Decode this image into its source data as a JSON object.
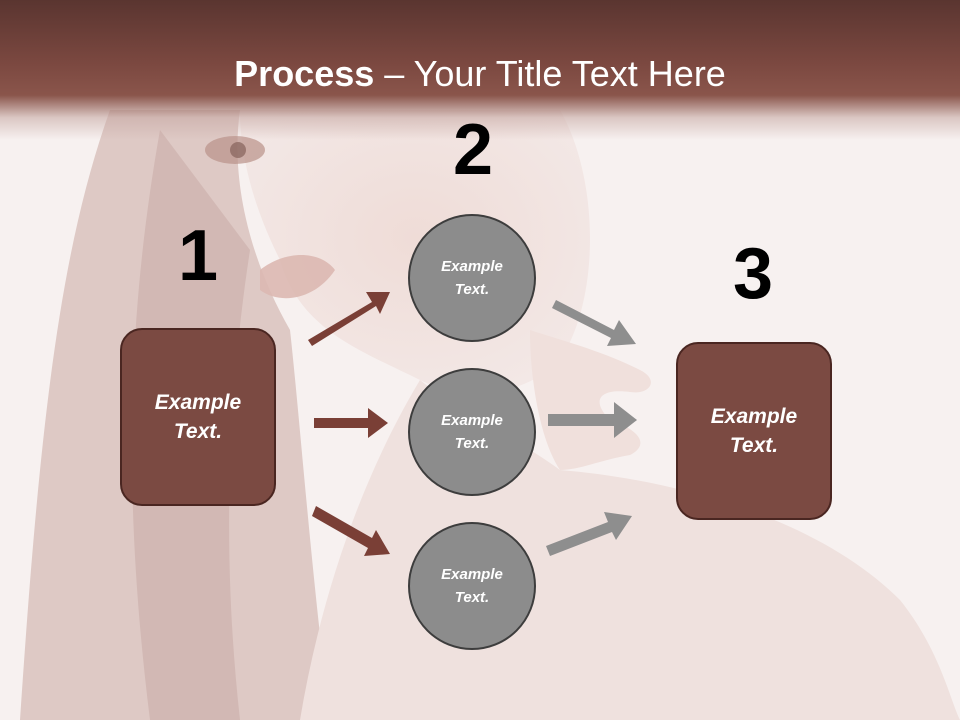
{
  "title": {
    "bold": "Process",
    "rest": " – Your Title Text Here"
  },
  "steps": {
    "one": "1",
    "two": "2",
    "three": "3"
  },
  "left_box": {
    "line1": "Example",
    "line2": "Text."
  },
  "right_box": {
    "line1": "Example",
    "line2": "Text."
  },
  "circles": [
    {
      "line1": "Example",
      "line2": "Text."
    },
    {
      "line1": "Example",
      "line2": "Text."
    },
    {
      "line1": "Example",
      "line2": "Text."
    }
  ],
  "colors": {
    "header": "#7b4840",
    "box": "#7b4a42",
    "arrow_red": "#7a3f36",
    "circle": "#8c8c8c",
    "arrow_gray": "#8e8e8e"
  }
}
